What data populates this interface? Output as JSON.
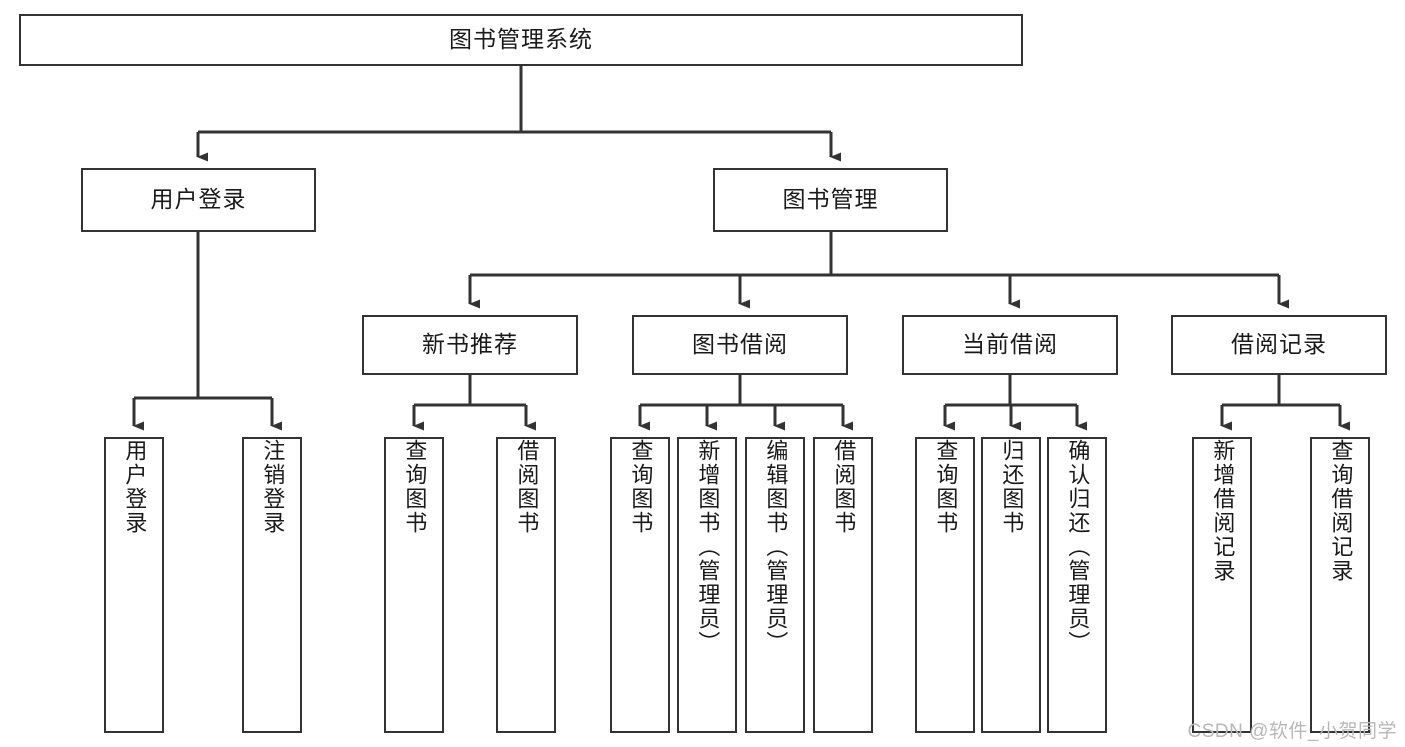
{
  "diagram": {
    "title": "图书管理系统",
    "type": "tree-hierarchy",
    "watermark": "CSDN @软件_小贺同学",
    "colors": {
      "box_border": "#333333",
      "box_fill": "#ffffff",
      "connector": "#333333",
      "watermark": "#b8b8b8",
      "background": "#ffffff"
    },
    "levels": {
      "root": {
        "label": "图书管理系统"
      },
      "level2": [
        {
          "label": "用户登录"
        },
        {
          "label": "图书管理"
        }
      ],
      "level3": [
        {
          "label": "新书推荐"
        },
        {
          "label": "图书借阅"
        },
        {
          "label": "当前借阅"
        },
        {
          "label": "借阅记录"
        }
      ],
      "leaves_user_login": [
        {
          "label": "用户登录"
        },
        {
          "label": "注销登录"
        }
      ],
      "leaves_new_book": [
        {
          "label": "查询图书"
        },
        {
          "label": "借阅图书"
        }
      ],
      "leaves_borrow": [
        {
          "label": "查询图书"
        },
        {
          "label": "新增图书（管理员）"
        },
        {
          "label": "编辑图书（管理员）"
        },
        {
          "label": "借阅图书"
        }
      ],
      "leaves_current": [
        {
          "label": "查询图书"
        },
        {
          "label": "归还图书"
        },
        {
          "label": "确认归还（管理员）"
        }
      ],
      "leaves_records": [
        {
          "label": "新增借阅记录"
        },
        {
          "label": "查询借阅记录"
        }
      ]
    }
  }
}
